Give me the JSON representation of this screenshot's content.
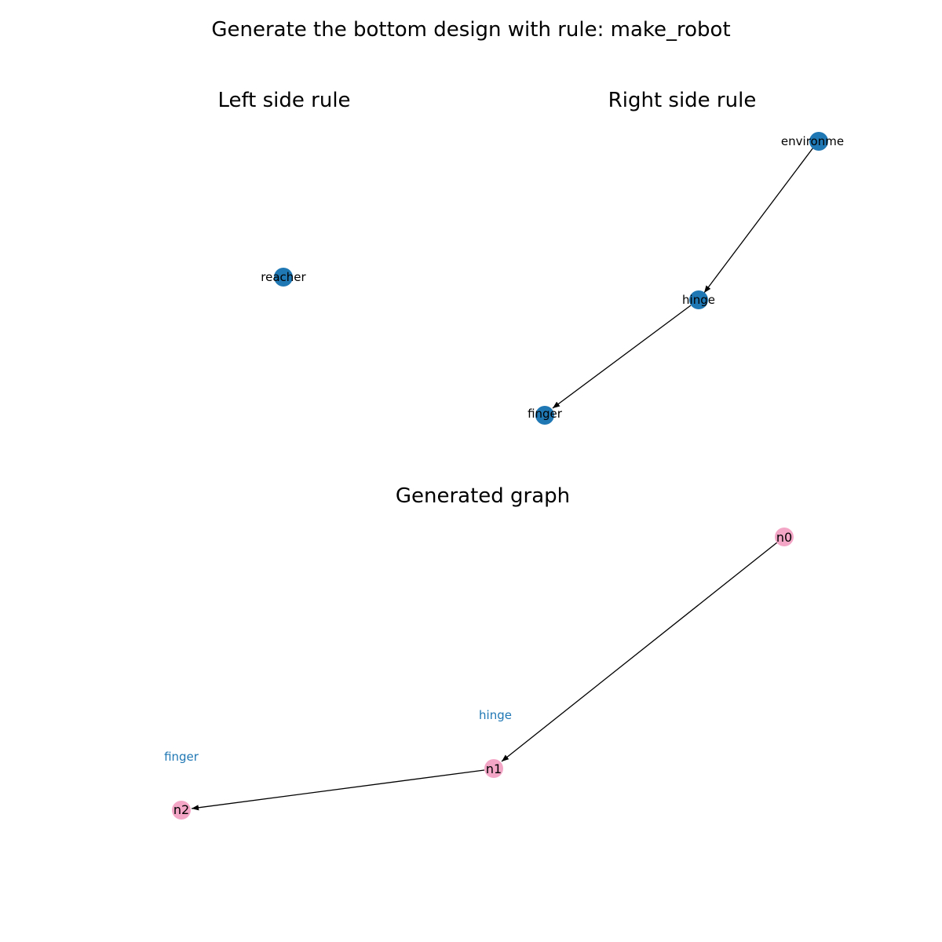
{
  "title": "Generate the bottom design with rule: make_robot",
  "colors": {
    "rule_node": "#1f77b4",
    "generated_node": "#f4a6c7",
    "attr_text": "#1f77b4",
    "edge": "#000000"
  },
  "left_panel": {
    "title": "Left side rule",
    "nodes": [
      {
        "label": "reacher"
      }
    ],
    "edges": []
  },
  "right_panel": {
    "title": "Right side rule",
    "nodes": [
      {
        "label": "environme"
      },
      {
        "label": "hinge"
      },
      {
        "label": "finger"
      }
    ],
    "edges": [
      {
        "from": "environme",
        "to": "hinge"
      },
      {
        "from": "hinge",
        "to": "finger"
      }
    ]
  },
  "generated_panel": {
    "title": "Generated graph",
    "nodes": [
      {
        "label": "n0",
        "attr": ""
      },
      {
        "label": "n1",
        "attr": "hinge"
      },
      {
        "label": "n2",
        "attr": "finger"
      }
    ],
    "edges": [
      {
        "from": "n0",
        "to": "n1"
      },
      {
        "from": "n1",
        "to": "n2"
      }
    ]
  }
}
